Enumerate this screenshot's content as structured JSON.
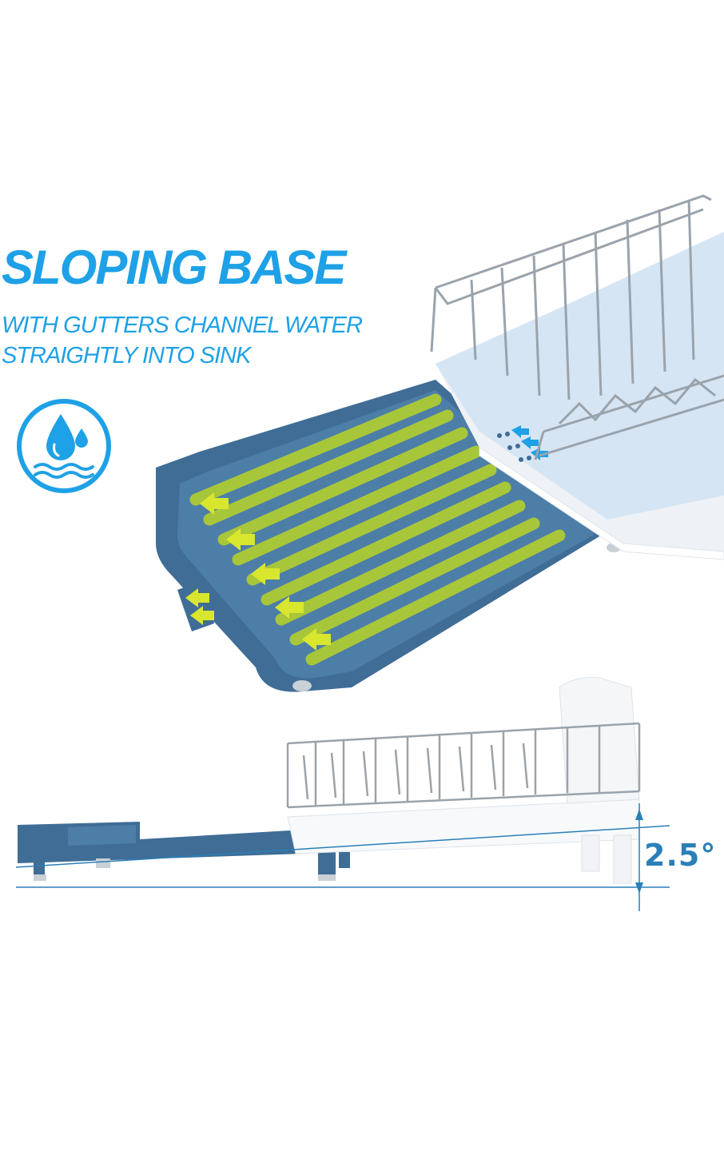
{
  "headline": "SLOPING BASE",
  "subline": {
    "line1": "WITH GUTTERS CHANNEL WATER",
    "line2": "STRAIGHTLY INTO SINK"
  },
  "icons": {
    "badge": "water-drop-waves-icon"
  },
  "measurement": {
    "angle": "2.5°"
  },
  "colors": {
    "accent": "#1ea1e6",
    "tray_blue": "#3f6d96",
    "gutter_green": "#a8c63a",
    "arrow_yellow": "#d9e62e",
    "dimension_blue": "#2a7fb8"
  }
}
